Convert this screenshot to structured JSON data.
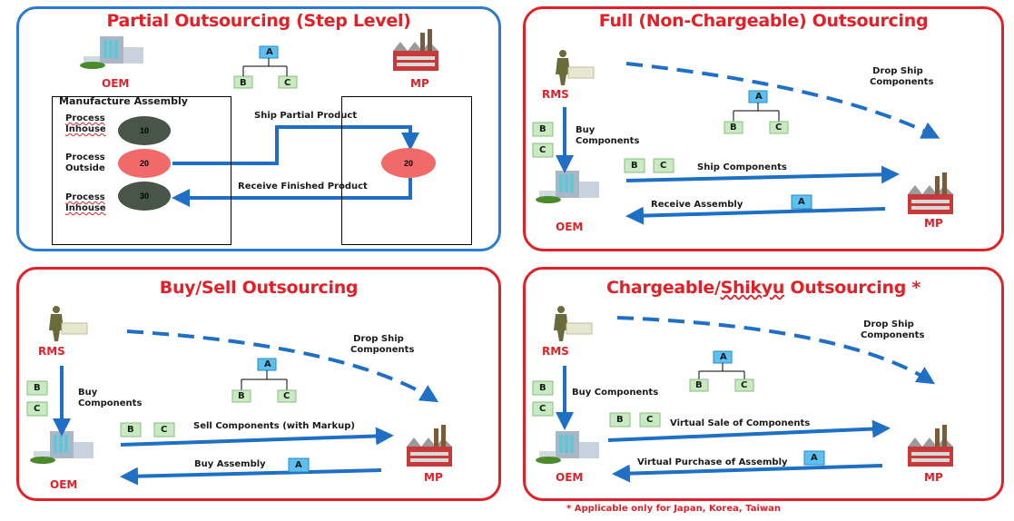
{
  "panels": {
    "partial": {
      "title": "Partial Outsourcing (Step Level)",
      "oem": "OEM",
      "mp": "MP",
      "assembly": "Manufacture Assembly",
      "process_inhouse_1": "Process Inhouse",
      "process_outside": "Process Outside",
      "process_inhouse_2": "Process Inhouse",
      "step_10": "10",
      "step_20_oem": "20",
      "step_30": "30",
      "step_20_mp": "20",
      "ship_partial": "Ship Partial Product",
      "receive_finished": "Receive Finished Product",
      "tree": {
        "a": "A",
        "b": "B",
        "c": "C"
      }
    },
    "full": {
      "title": "Full (Non-Chargeable) Outsourcing",
      "rms": "RMS",
      "oem": "OEM",
      "mp": "MP",
      "drop_ship": "Drop Ship Components",
      "buy_components": "Buy Components",
      "ship_components": "Ship Components",
      "receive_assembly": "Receive Assembly",
      "tree": {
        "a": "A",
        "b": "B",
        "c": "C"
      },
      "cubes": {
        "b": "B",
        "c": "C",
        "a": "A"
      }
    },
    "buysell": {
      "title": "Buy/Sell Outsourcing",
      "rms": "RMS",
      "oem": "OEM",
      "mp": "MP",
      "drop_ship": "Drop Ship Components",
      "buy_components": "Buy Components",
      "sell_components": "Sell Components (with Markup)",
      "buy_assembly": "Buy Assembly",
      "tree": {
        "a": "A",
        "b": "B",
        "c": "C"
      },
      "cubes": {
        "b": "B",
        "c": "C",
        "a": "A"
      }
    },
    "chargeable": {
      "title": "Chargeable/Shikyu Outsourcing *",
      "title_plain": "Chargeable/",
      "title_wavy": "Shikyu",
      "title_rest": " Outsourcing *",
      "rms": "RMS",
      "oem": "OEM",
      "mp": "MP",
      "drop_ship": "Drop Ship Components",
      "buy_components": "Buy Components",
      "virtual_sale": "Virtual Sale of Components",
      "virtual_purchase": "Virtual Purchase of Assembly",
      "tree": {
        "a": "A",
        "b": "B",
        "c": "C"
      },
      "cubes": {
        "b": "B",
        "c": "C",
        "a": "A"
      }
    }
  },
  "footnote": "* Applicable only for Japan, Korea, Taiwan",
  "colors": {
    "red": "#e32028",
    "blue": "#2a7bd1",
    "arrow": "#1f6fc4",
    "cube_green": "#c8eac0",
    "cube_blue": "#5cc0f0"
  }
}
